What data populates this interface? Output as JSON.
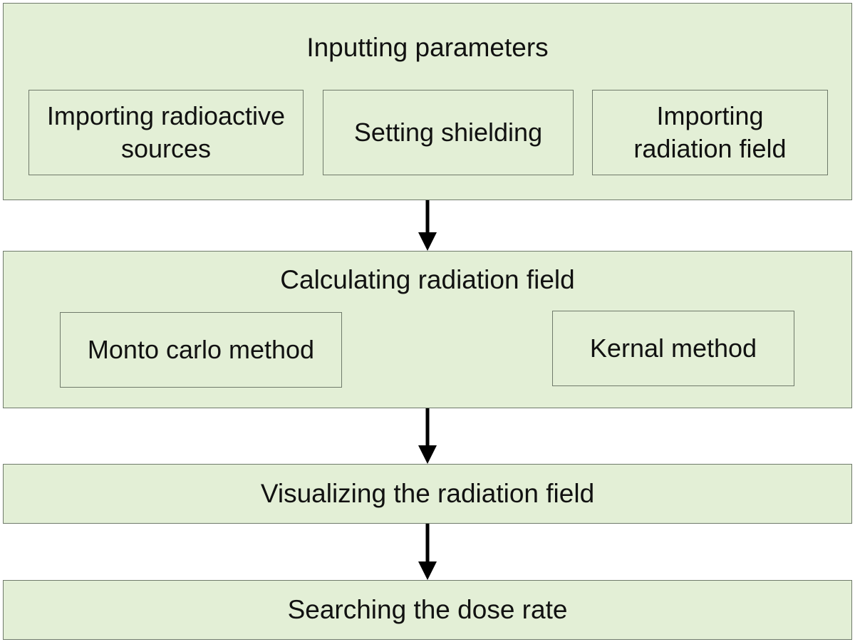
{
  "diagram": {
    "stage1": {
      "title": "Inputting parameters",
      "items": [
        "Importing radioactive sources",
        "Setting shielding",
        "Importing radiation field"
      ]
    },
    "stage2": {
      "title": "Calculating radiation field",
      "items": [
        "Monto carlo method",
        "Kernal method"
      ]
    },
    "stage3": {
      "title": "Visualizing the radiation field"
    },
    "stage4": {
      "title": "Searching the dose rate"
    },
    "colors": {
      "box_fill": "#e3efd6",
      "box_border": "#6f7a6a",
      "arrow": "#000000"
    }
  }
}
